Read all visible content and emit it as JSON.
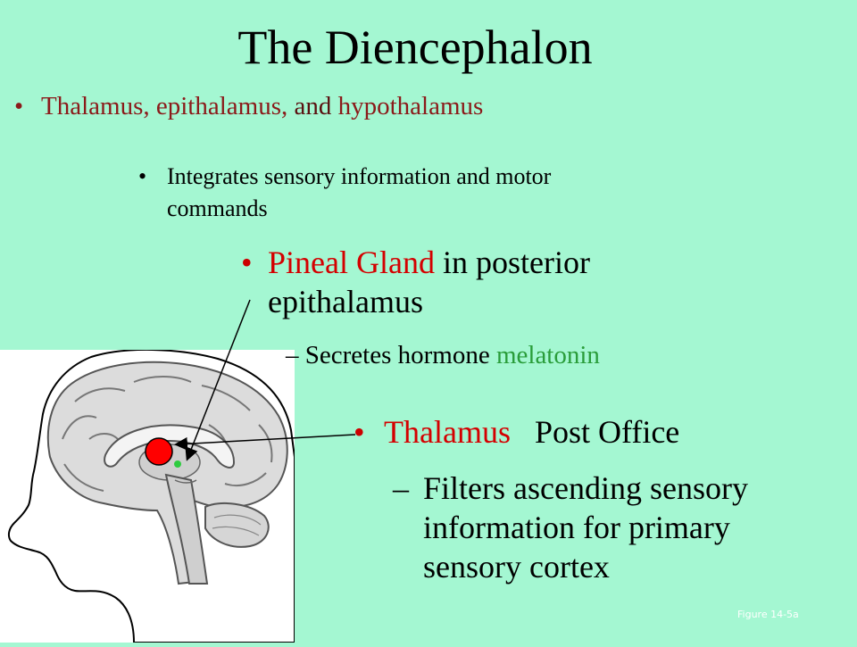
{
  "title": "The Diencephalon",
  "bullet_1": {
    "part1": "Thalamus, epithalamus,",
    "part2": "and",
    "part3": "hypothalamus"
  },
  "bullet_2": {
    "line1": "Integrates sensory information and motor",
    "line2": "commands"
  },
  "bullet_3": {
    "highlight": "Pineal Gland",
    "rest": "in posterior",
    "line2": "epithalamus"
  },
  "sub_bullet_1": {
    "prefix": "–",
    "text": "Secretes hormone",
    "highlight": "melatonin"
  },
  "bullet_4": {
    "highlight": "Thalamus",
    "rest": "Post Office"
  },
  "sub_bullet_2": {
    "prefix": "–",
    "line1": "Filters ascending sensory",
    "line2": "information for primary",
    "line3": "sensory cortex"
  },
  "figure_label": "Figure 14-5a",
  "colors": {
    "background": "#a4f7d2",
    "dark_red": "#8b1a1a",
    "red": "#d40000",
    "green": "#2a9d3a",
    "marker_thalamus": "#ff0000",
    "marker_pineal": "#2ecc40"
  }
}
